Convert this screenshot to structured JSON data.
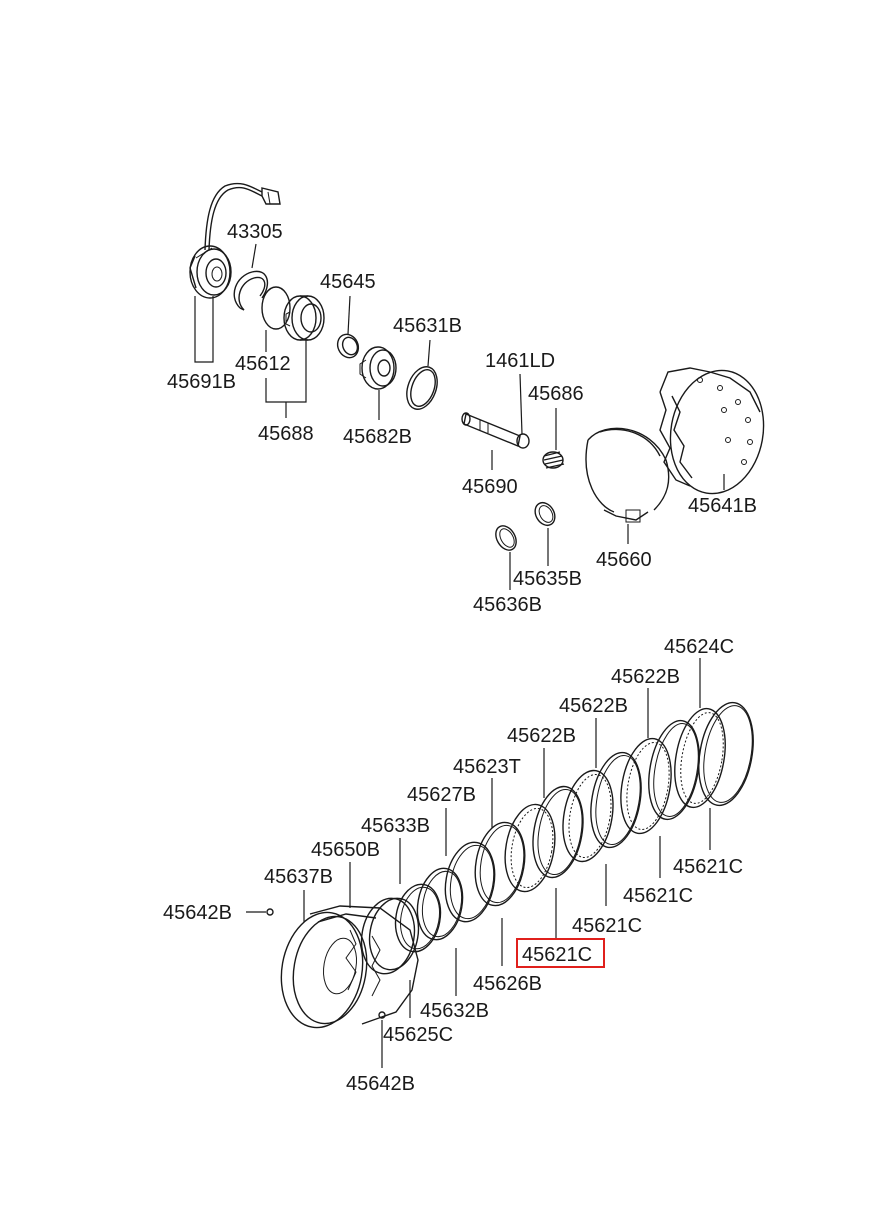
{
  "parts": {
    "p43305": "43305",
    "p45691B": "45691B",
    "p45612": "45612",
    "p45688": "45688",
    "p45645": "45645",
    "p45682B": "45682B",
    "p45631B": "45631B",
    "p1461LD": "1461LD",
    "p45686": "45686",
    "p45690": "45690",
    "p45641B": "45641B",
    "p45660": "45660",
    "p45635B": "45635B",
    "p45636B": "45636B",
    "p45624C": "45624C",
    "p45622B_1": "45622B",
    "p45622B_2": "45622B",
    "p45622B_3": "45622B",
    "p45623T": "45623T",
    "p45627B": "45627B",
    "p45633B": "45633B",
    "p45650B": "45650B",
    "p45637B": "45637B",
    "p45642B_1": "45642B",
    "p45621C_1": "45621C",
    "p45621C_2": "45621C",
    "p45621C_3": "45621C",
    "p45621C_highlight": "45621C",
    "p45626B": "45626B",
    "p45632B": "45632B",
    "p45625C": "45625C",
    "p45642B_2": "45642B"
  },
  "highlight_color": "#e0201c"
}
